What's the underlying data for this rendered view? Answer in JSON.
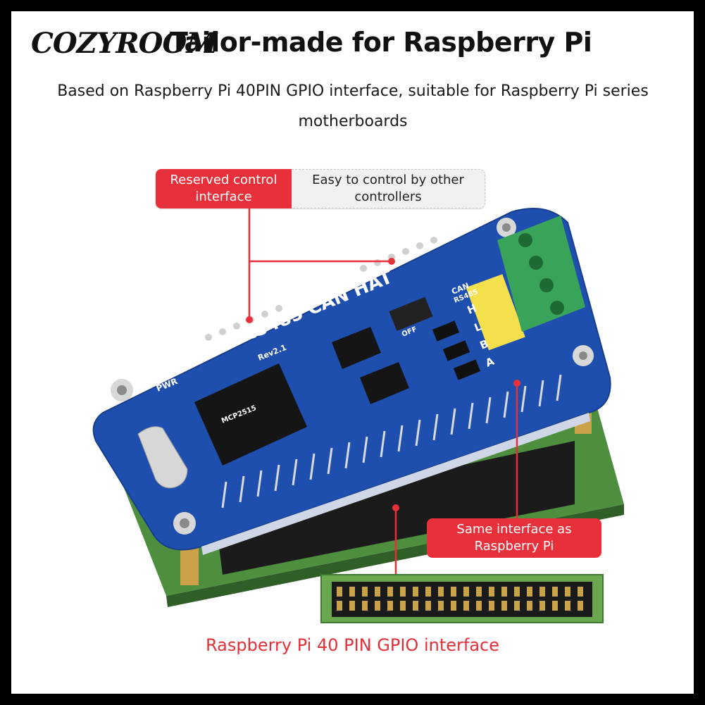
{
  "brand": "COZYROOM",
  "headline": "Tailor-made for Raspberry Pi",
  "subtitle": "Based on Raspberry Pi 40PIN GPIO interface, suitable for Raspberry Pi series motherboards",
  "callouts": {
    "reserved": "Reserved control interface",
    "easy": "Easy to control by other controllers",
    "same": "Same interface as Raspberry Pi"
  },
  "caption": "Raspberry Pi 40 PIN GPIO interface",
  "board": {
    "name": "RS485 CAN HAT",
    "rev": "Rev2.1",
    "pwr": "PWR",
    "chip": "MCP2515",
    "can": "CAN",
    "rs485": "RS485",
    "off": "OFF",
    "h": "H",
    "l": "L",
    "b": "B",
    "a": "A"
  },
  "colors": {
    "accent_red": "#e8303a",
    "board_blue": "#1f4fae",
    "terminal_green": "#3aa35a",
    "pi_green": "#4d8f3f"
  }
}
